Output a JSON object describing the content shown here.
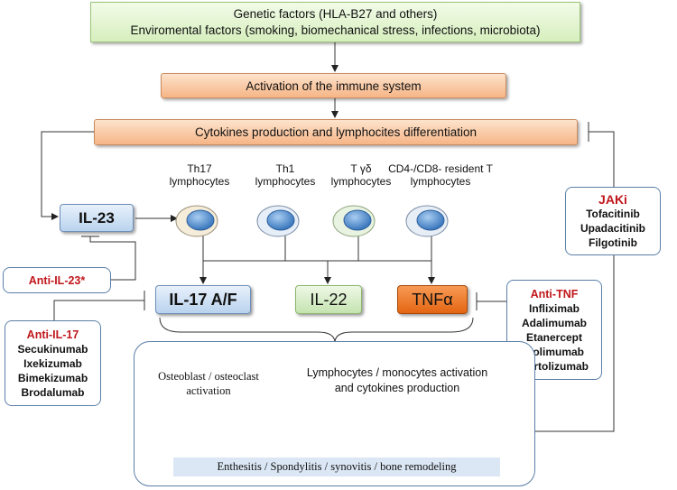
{
  "factors": {
    "line1": "Genetic factors (HLA-B27 and others)",
    "line2": "Enviromental factors (smoking, biomechanical stress, infections, microbiota)"
  },
  "activation": "Activation of the immune system",
  "cytokines": "Cytokines production and lymphocites differentiation",
  "il23": "IL-23",
  "cells": [
    {
      "line1": "Th17",
      "line2": "lymphocytes"
    },
    {
      "line1": "Th1",
      "line2": "lymphocytes"
    },
    {
      "line1": "T γδ",
      "line2": "lymphocytes"
    },
    {
      "line1": "CD4-/CD8- resident T",
      "line2": "lymphocytes"
    }
  ],
  "outputs": {
    "il17": "IL-17 A/F",
    "il22": "IL-22",
    "tnf": "TNFα"
  },
  "drugs": {
    "anti_il23": {
      "title": "Anti-IL-23*"
    },
    "anti_il17": {
      "title": "Anti-IL-17",
      "items": [
        "Secukinumab",
        "Ixekizumab",
        "Bimekizumab",
        "Brodalumab"
      ]
    },
    "anti_tnf": {
      "title": "Anti-TNF",
      "items": [
        "Infliximab",
        "Adalimumab",
        "Etanercept",
        "Golimumab",
        "Certolizumab"
      ]
    },
    "jaki": {
      "title": "JAKi",
      "items": [
        "Tofacitinib",
        "Upadacitinib",
        "Filgotinib"
      ]
    }
  },
  "outcome": {
    "osteo_line1": "Osteoblast / osteoclast",
    "osteo_line2": "activation",
    "lympho_line1": "Lymphocytes / monocytes activation",
    "lympho_line2": "and cytokines production",
    "bar": "Enthesitis / Spondylitis / synovitis / bone remodeling"
  },
  "colors": {
    "drug_title": "#c0171b",
    "cell": "#4f8fd6",
    "tnf": "#e46512"
  }
}
